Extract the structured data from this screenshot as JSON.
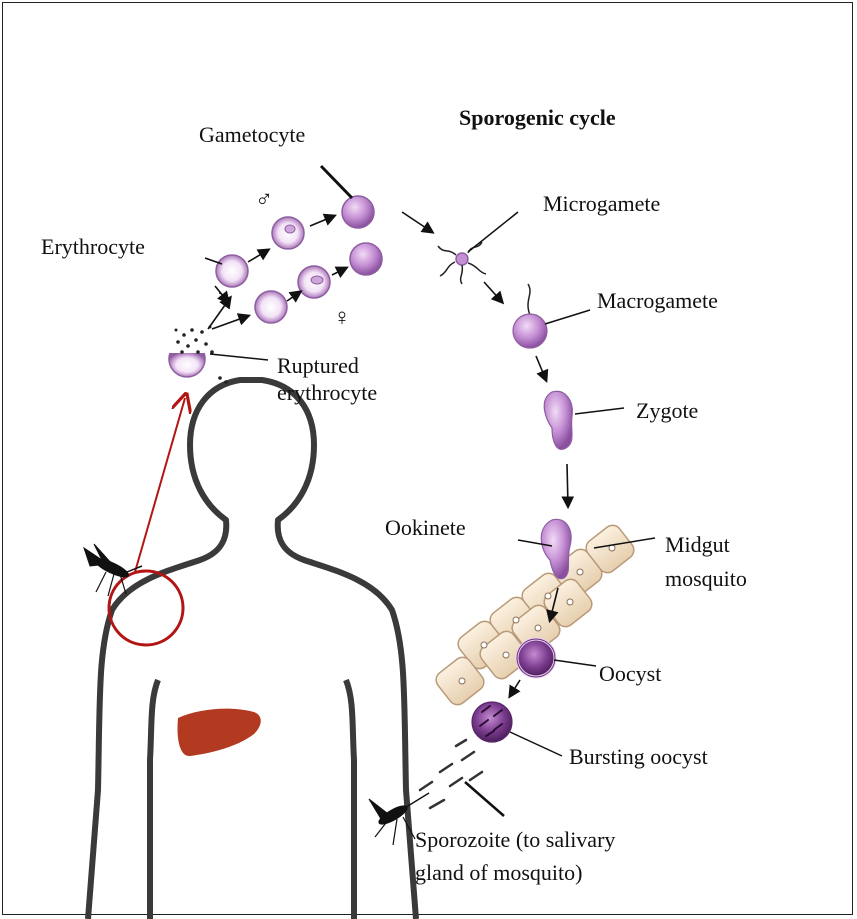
{
  "diagram": {
    "title": "Sporogenic cycle",
    "labels": {
      "gametocyte": "Gametocyte",
      "erythrocyte": "Erythrocyte",
      "ruptured_line1": "Ruptured",
      "ruptured_line2": "erythrocyte",
      "microgamete": "Microgamete",
      "macrogamete": "Macrogamete",
      "zygote": "Zygote",
      "ookinete": "Ookinete",
      "midgut_line1": "Midgut",
      "midgut_line2": "mosquito",
      "oocyst": "Oocyst",
      "bursting_oocyst": "Bursting oocyst",
      "sporozoite_line1": "Sporozoite (to salivary",
      "sporozoite_line2": "gland of mosquito)"
    },
    "symbols": {
      "male": "♂",
      "female": "♀"
    },
    "colors": {
      "cell_purple": "#b77fc6",
      "cell_dark_purple": "#7a3f8c",
      "midgut_cell": "#f0dcc0",
      "liver": "#b23a21",
      "red_arrow": "#b31414",
      "body_outline": "#3a3a3a"
    },
    "icons": [
      "mosquito-icon",
      "liver-icon",
      "human-silhouette"
    ]
  }
}
